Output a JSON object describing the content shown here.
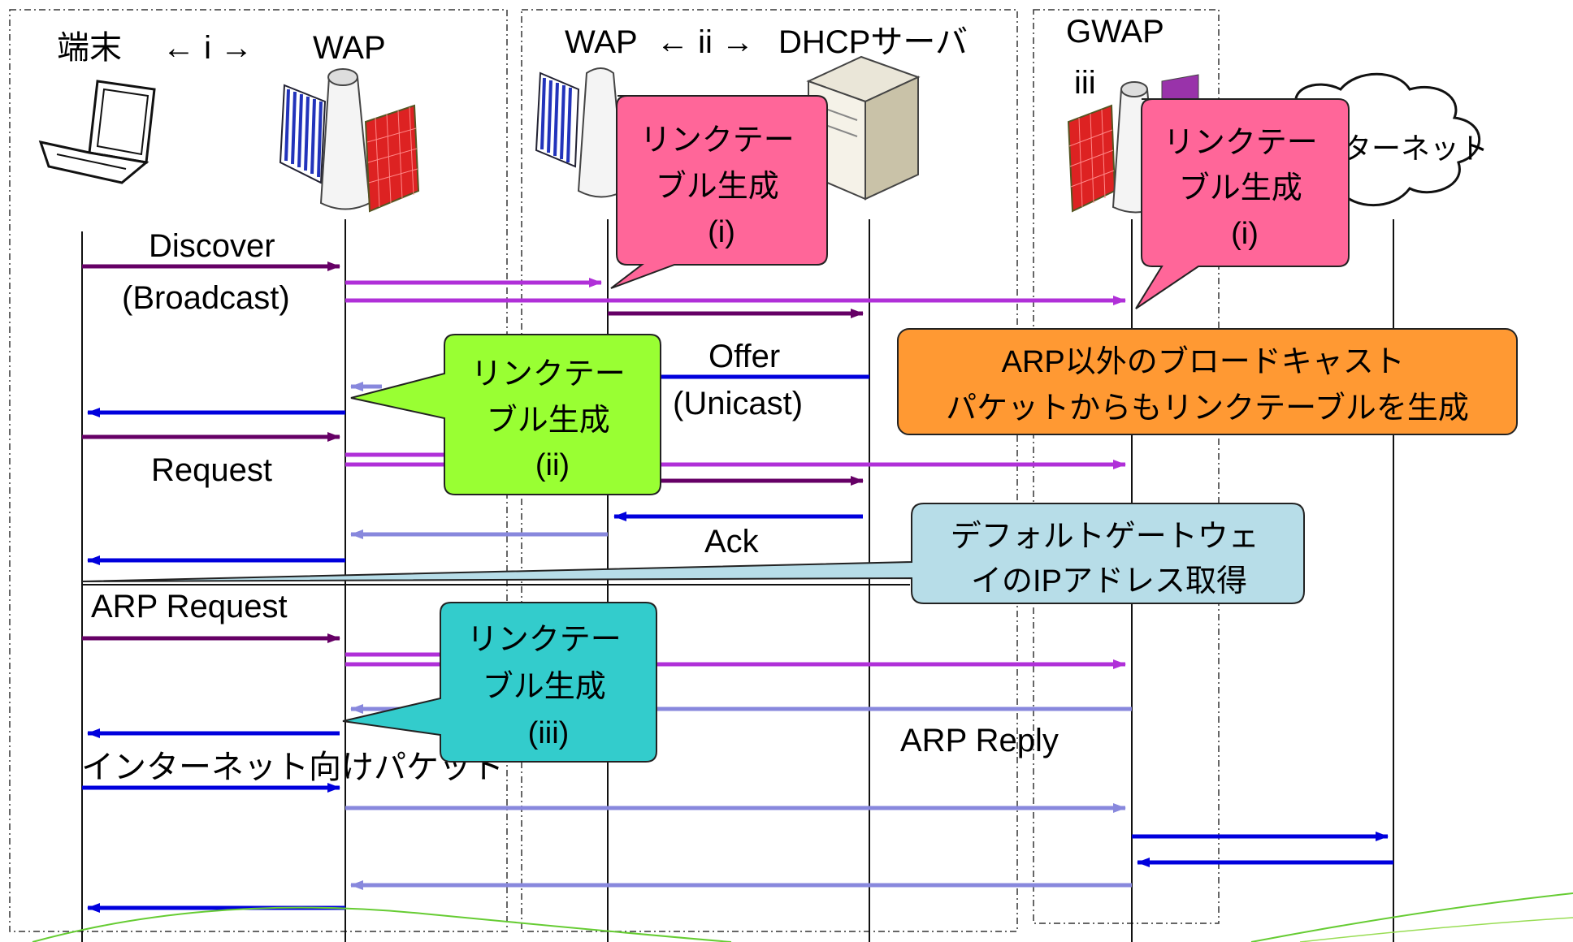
{
  "headers": {
    "terminal": "端末",
    "arrow_i": "← i →",
    "wap1": "WAP",
    "wap2": "WAP",
    "arrow_ii": "← ii →",
    "dhcp": "DHCPサーバ",
    "gwap": "GWAP",
    "arrow_iii": "iii",
    "internet": "インターネット"
  },
  "messages": {
    "discover": "Discover",
    "discover_sub": "(Broadcast)",
    "offer": "Offer",
    "offer_sub": "(Unicast)",
    "request": "Request",
    "ack": "Ack",
    "arp_request": "ARP Request",
    "arp_reply": "ARP Reply",
    "internet_packet": "インターネット向けパケット"
  },
  "callouts": {
    "link_i_a": [
      "リンクテー",
      "ブル生成",
      "(i)"
    ],
    "link_i_b": [
      "リンクテー",
      "ブル生成",
      "(i)"
    ],
    "link_ii": [
      "リンクテー",
      "ブル生成",
      "(ii)"
    ],
    "link_iii": [
      "リンクテー",
      "ブル生成",
      "(iii)"
    ],
    "broadcast_note": [
      "ARP以外のブロードキャスト",
      "パケットからもリンクテーブルを生成"
    ],
    "gateway_note": [
      "デフォルトゲートウェ",
      "イのIPアドレス取得"
    ]
  },
  "colors": {
    "dark_purple": "#660066",
    "magenta": "#b030d8",
    "blue": "#0000dd",
    "light_blue": "#8888dd",
    "pink": "#ff6699",
    "lime": "#99ff33",
    "teal": "#33cccc",
    "orange": "#ff9933",
    "light_cyan": "#b7dde8"
  }
}
